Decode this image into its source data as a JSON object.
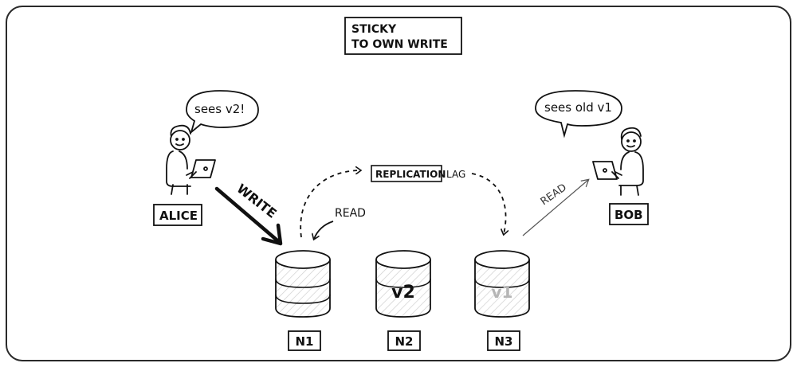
{
  "title": {
    "line1": "STICKY",
    "line2": "TO OWN WRITE"
  },
  "alice": {
    "speech": "sees v2!",
    "name": "ALICE"
  },
  "bob": {
    "speech": "sees old v1",
    "name": "BOB"
  },
  "arrows": {
    "write": "WRITE",
    "read_left": "READ",
    "read_right": "READ",
    "replication": "REPLICATION",
    "lag": "LAG"
  },
  "nodes": [
    {
      "label": "N1",
      "value": ""
    },
    {
      "label": "N2",
      "value": "v2"
    },
    {
      "label": "N3",
      "value": "v1"
    }
  ],
  "colors": {
    "ink": "#111111",
    "stale": "#b5b5b5",
    "frame": "#2a2a2a"
  }
}
